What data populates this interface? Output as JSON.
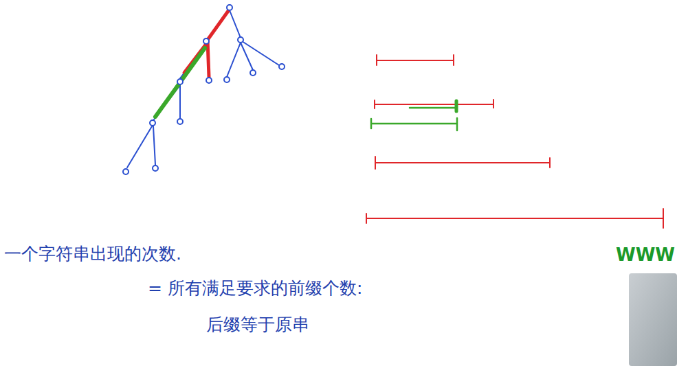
{
  "diagram": {
    "labels": [
      "一个字符串出现的次数.",
      "= 所有满足要求的前缀个数:",
      "后缀等于原串",
      "WWW"
    ]
  }
}
